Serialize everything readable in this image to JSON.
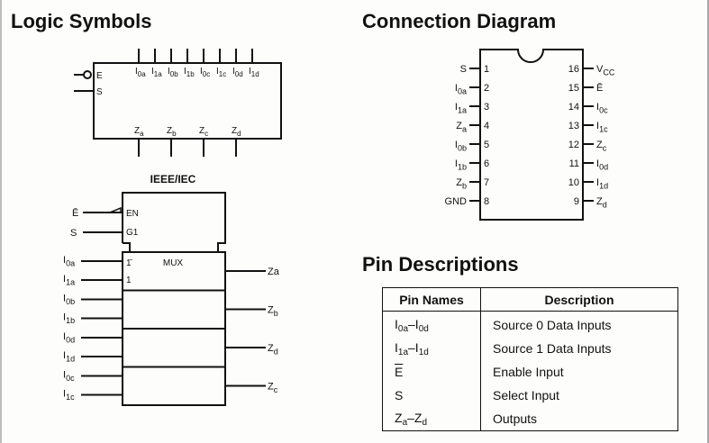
{
  "sections": {
    "logic_symbols_title": "Logic Symbols",
    "connection_diagram_title": "Connection Diagram",
    "pin_descriptions_title": "Pin Descriptions"
  },
  "logic_symbol": {
    "enable_label": "E",
    "select_label": "S",
    "inputs": [
      {
        "base": "I",
        "sub": "0a"
      },
      {
        "base": "I",
        "sub": "1a"
      },
      {
        "base": "I",
        "sub": "0b"
      },
      {
        "base": "I",
        "sub": "1b"
      },
      {
        "base": "I",
        "sub": "0c"
      },
      {
        "base": "I",
        "sub": "1c"
      },
      {
        "base": "I",
        "sub": "0d"
      },
      {
        "base": "I",
        "sub": "1d"
      }
    ],
    "outputs": [
      {
        "base": "Z",
        "sub": "a"
      },
      {
        "base": "Z",
        "sub": "b"
      },
      {
        "base": "Z",
        "sub": "c"
      },
      {
        "base": "Z",
        "sub": "d"
      }
    ]
  },
  "ieee_symbol": {
    "title": "IEEE/IEC",
    "enable_input": "Ē",
    "select_input": "S",
    "en_label": "EN",
    "g1_label": "G1",
    "mux_label": "MUX",
    "input_marks": [
      "1̄",
      "1"
    ],
    "inputs": [
      {
        "base": "I",
        "sub": "0a"
      },
      {
        "base": "I",
        "sub": "1a"
      },
      {
        "base": "I",
        "sub": "0b"
      },
      {
        "base": "I",
        "sub": "1b"
      },
      {
        "base": "I",
        "sub": "0d"
      },
      {
        "base": "I",
        "sub": "1d"
      },
      {
        "base": "I",
        "sub": "0c"
      },
      {
        "base": "I",
        "sub": "1c"
      }
    ],
    "outputs": [
      {
        "base": "Za",
        "sub": ""
      },
      {
        "base": "Z",
        "sub": "b"
      },
      {
        "base": "Z",
        "sub": "d"
      },
      {
        "base": "Z",
        "sub": "c"
      }
    ]
  },
  "connection_diagram": {
    "left_pins": [
      {
        "num": "1",
        "base": "S",
        "sub": ""
      },
      {
        "num": "2",
        "base": "I",
        "sub": "0a"
      },
      {
        "num": "3",
        "base": "I",
        "sub": "1a"
      },
      {
        "num": "4",
        "base": "Z",
        "sub": "a"
      },
      {
        "num": "5",
        "base": "I",
        "sub": "0b"
      },
      {
        "num": "6",
        "base": "I",
        "sub": "1b"
      },
      {
        "num": "7",
        "base": "Z",
        "sub": "b"
      },
      {
        "num": "8",
        "base": "GND",
        "sub": ""
      }
    ],
    "right_pins": [
      {
        "num": "16",
        "base": "V",
        "sub": "CC"
      },
      {
        "num": "15",
        "base": "Ē",
        "sub": ""
      },
      {
        "num": "14",
        "base": "I",
        "sub": "0c"
      },
      {
        "num": "13",
        "base": "I",
        "sub": "1c"
      },
      {
        "num": "12",
        "base": "Z",
        "sub": "c"
      },
      {
        "num": "11",
        "base": "I",
        "sub": "0d"
      },
      {
        "num": "10",
        "base": "I",
        "sub": "1d"
      },
      {
        "num": "9",
        "base": "Z",
        "sub": "d"
      }
    ]
  },
  "pin_table": {
    "headers": [
      "Pin Names",
      "Description"
    ],
    "rows": [
      {
        "name": "I0a–I0d",
        "description": "Source 0 Data Inputs"
      },
      {
        "name": "I1a–I1d",
        "description": "Source 1 Data Inputs"
      },
      {
        "name": "E",
        "description": "Enable Input"
      },
      {
        "name": "S",
        "description": "Select Input"
      },
      {
        "name": "Za–Zd",
        "description": "Outputs"
      }
    ]
  }
}
